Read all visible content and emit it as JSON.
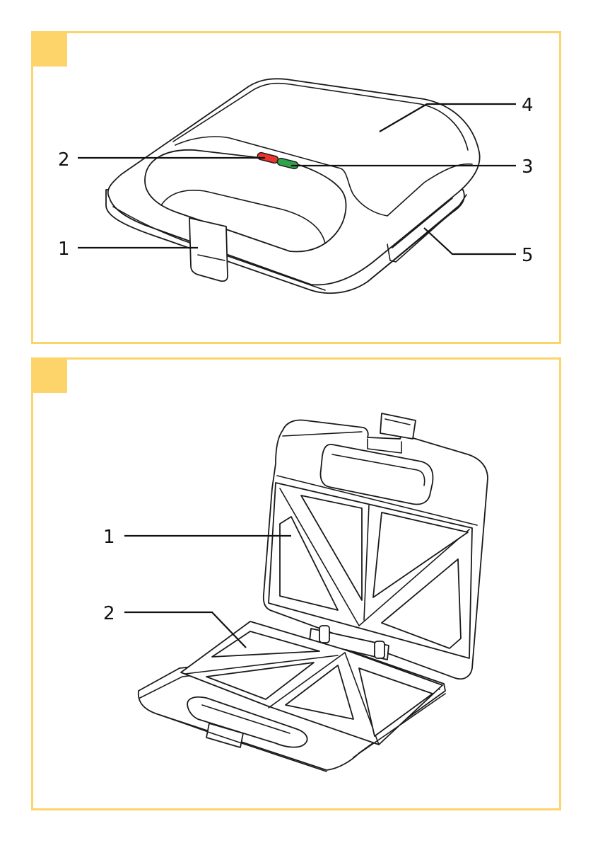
{
  "panels": [
    {
      "callouts": [
        "1",
        "2",
        "3",
        "4",
        "5"
      ],
      "indicator_colors": {
        "red": "#e8352e",
        "green": "#2ea34a"
      }
    },
    {
      "callouts": [
        "1",
        "2"
      ]
    }
  ],
  "colors": {
    "frame": "#fcd46a",
    "line": "#1a1a1a"
  }
}
